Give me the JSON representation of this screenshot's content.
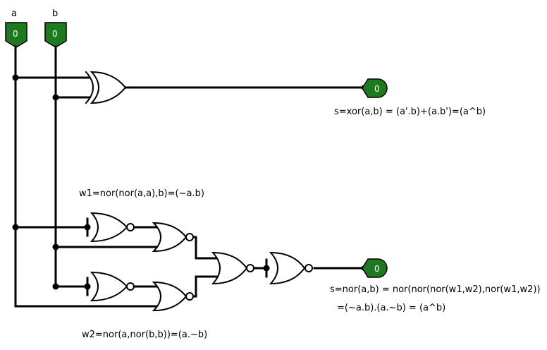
{
  "inputs": {
    "a": {
      "name": "a",
      "value": "0"
    },
    "b": {
      "name": "b",
      "value": "0"
    }
  },
  "outputs": {
    "xor_out": {
      "value": "0"
    },
    "nor_out": {
      "value": "0"
    }
  },
  "annotations": {
    "xor": "s=xor(a,b) = (a'.b)+(a.b')=(a^b)",
    "w1": "w1=nor(nor(a,a),b)=(~a.b)",
    "s_nor_line1": "s=nor(a,b) = nor(nor(nor(w1,w2),nor(w1,w2))",
    "s_nor_line2": "=(~a.b).(a.~b) = (a^b)",
    "w2": "w2=nor(a,nor(b,b))=(a.~b)"
  },
  "colors": {
    "pin_fill": "#1e7a1e",
    "wire": "#000000",
    "background": "#ffffff"
  }
}
